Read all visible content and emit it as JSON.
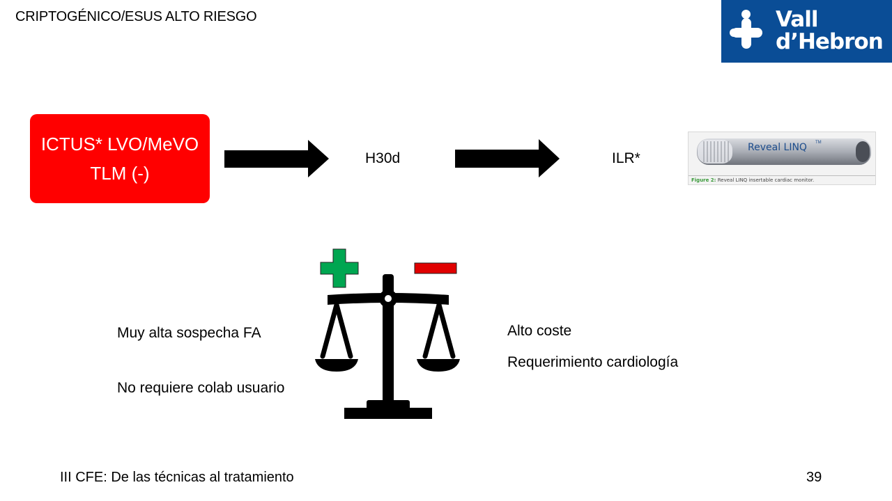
{
  "header": {
    "title": "CRIPTOGÉNICO/ESUS ALTO RIESGO",
    "logo_line1": "Vall",
    "logo_line2": "d’Hebron"
  },
  "flow": {
    "box_line1": "ICTUS* LVO/MeVO",
    "box_line2": "TLM (-)",
    "step1": "H30d",
    "step2": "ILR*",
    "device_label": "Reveal LINQ",
    "device_tm": "TM",
    "device_caption_bold": "Figure 2:",
    "device_caption": "Reveal LINQ insertable cardiac monitor."
  },
  "balance": {
    "pros": [
      "Muy alta sospecha FA",
      "No requiere colab usuario"
    ],
    "cons": [
      "Alto coste",
      "Requerimiento cardiología"
    ]
  },
  "footer": {
    "text": "III CFE: De las técnicas al tratamiento",
    "page_number": "39"
  },
  "colors": {
    "red_box": "#ff0000",
    "logo_bg": "#0a4d96",
    "plus_green": "#00a651",
    "minus_red": "#e00000"
  },
  "icons": [
    "plus-icon",
    "minus-icon",
    "balance-scale-icon",
    "arrow-right-icon"
  ]
}
